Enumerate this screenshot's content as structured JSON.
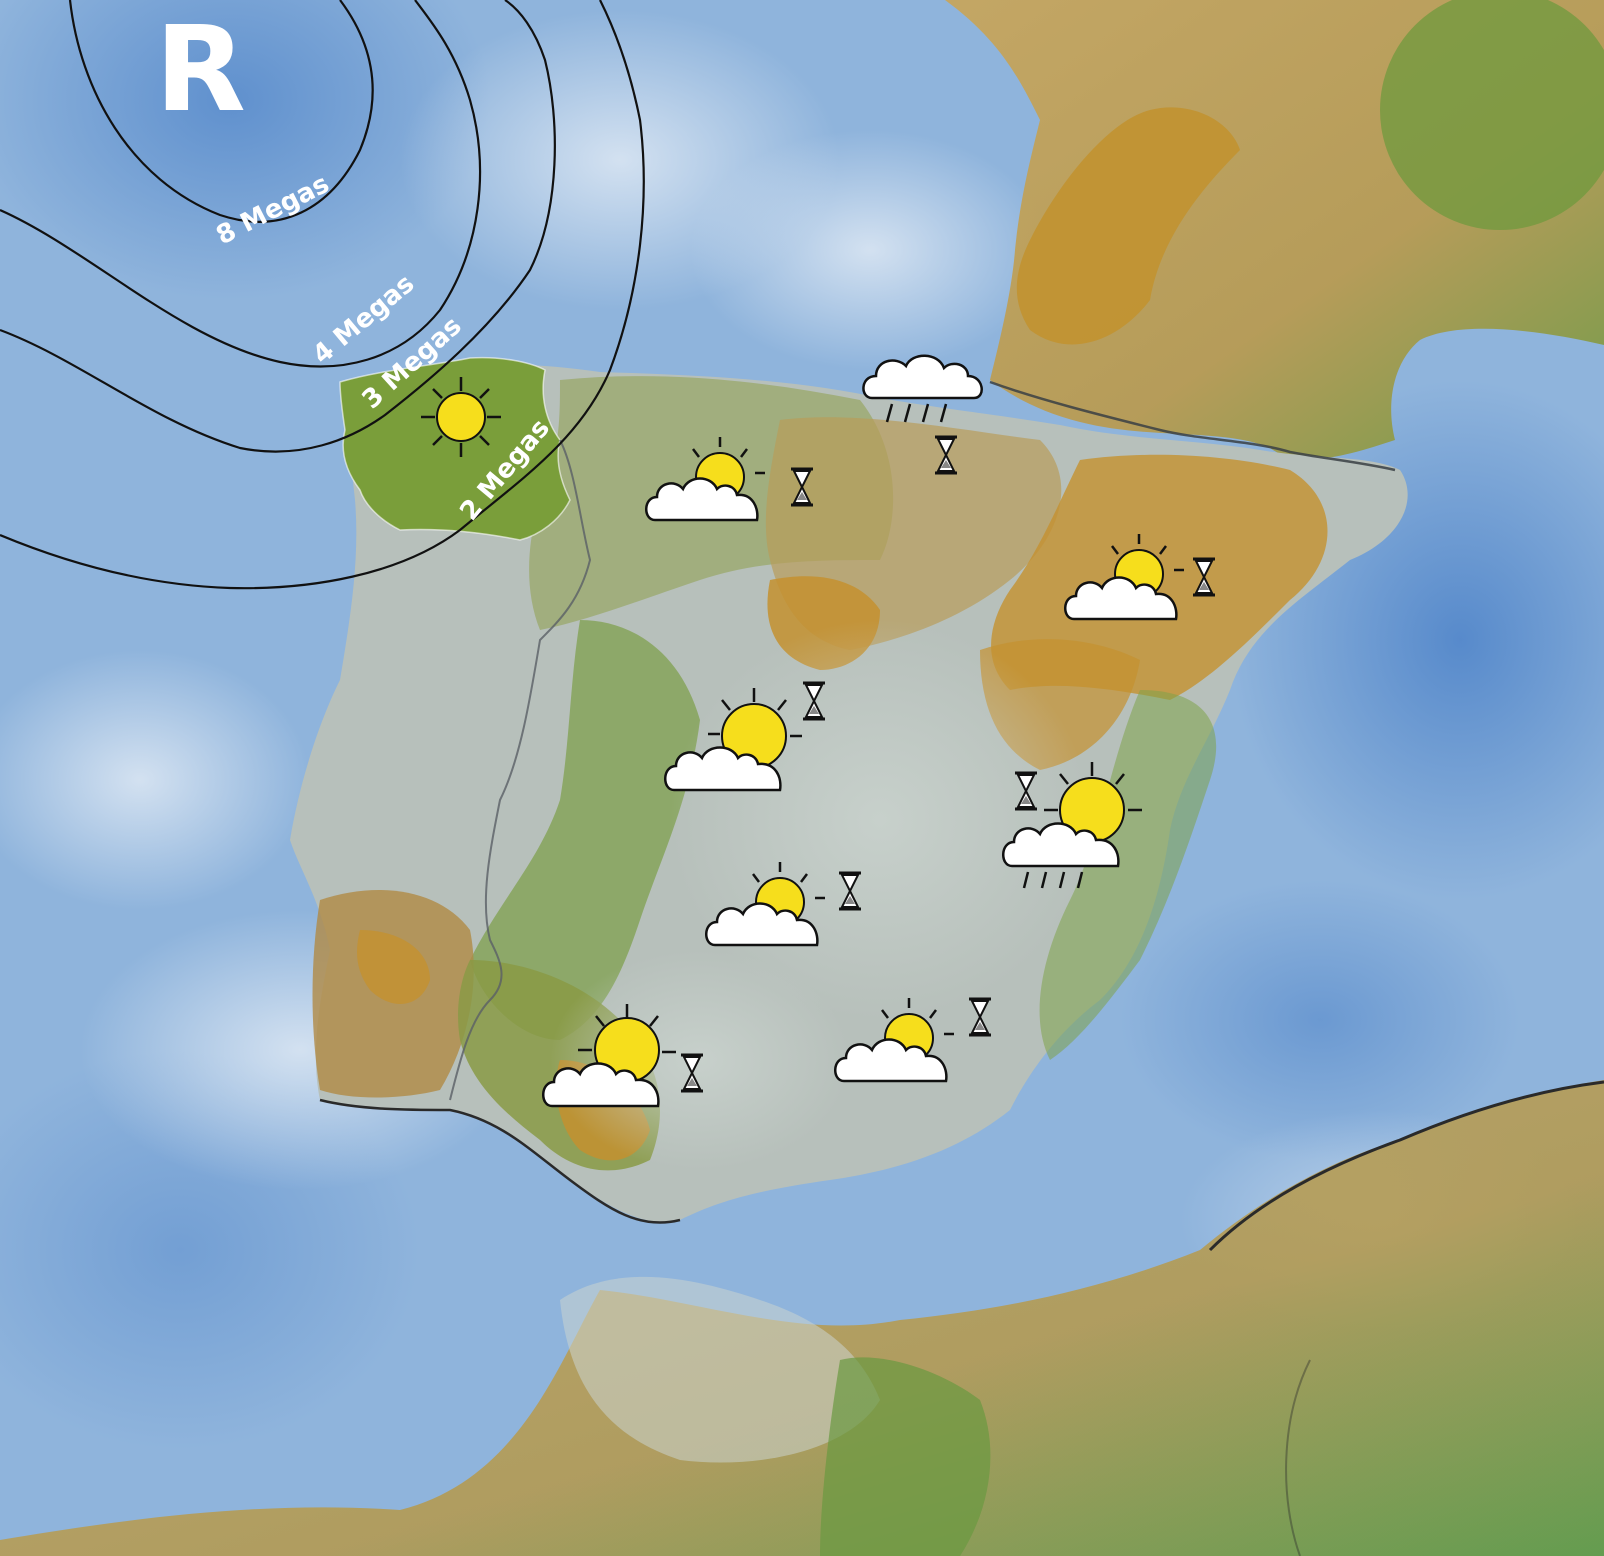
{
  "logo": {
    "text": "R"
  },
  "isobars": [
    {
      "id": "isobar-8",
      "label": "8 Megas"
    },
    {
      "id": "isobar-4",
      "label": "4 Megas"
    },
    {
      "id": "isobar-3",
      "label": "3 Megas"
    },
    {
      "id": "isobar-2",
      "label": "2 Megas"
    }
  ],
  "highlighted_region": {
    "color": "#7a9e3a"
  },
  "weather_icons": [
    {
      "region": "galicia",
      "condition": "sun-icon",
      "timer": false
    },
    {
      "region": "asturias-cantabria",
      "condition": "partly-cloudy-icon",
      "timer": true
    },
    {
      "region": "pais-vasco-navarra",
      "condition": "rain-cloud-icon",
      "timer": true
    },
    {
      "region": "aragon-cataluna",
      "condition": "partly-cloudy-icon",
      "timer": true
    },
    {
      "region": "castilla-leon",
      "condition": "sun-behind-cloud-icon",
      "timer": true
    },
    {
      "region": "valencia",
      "condition": "sun-cloud-rain-icon",
      "timer": true
    },
    {
      "region": "madrid-castilla-la-mancha",
      "condition": "partly-cloudy-icon",
      "timer": true
    },
    {
      "region": "andalucia-occidental",
      "condition": "sun-behind-cloud-icon",
      "timer": true
    },
    {
      "region": "andalucia-oriental",
      "condition": "partly-cloudy-icon",
      "timer": true
    }
  ],
  "colors": {
    "sea": "#8fb4dc",
    "sea_dark": "#4f86cc",
    "land_ochre": "#c49a48",
    "land_green": "#7fa24a",
    "land_pale": "#b9c3bd",
    "sun": "#f6de1c",
    "cloud": "#ffffff",
    "outline": "#2a2a2a"
  }
}
